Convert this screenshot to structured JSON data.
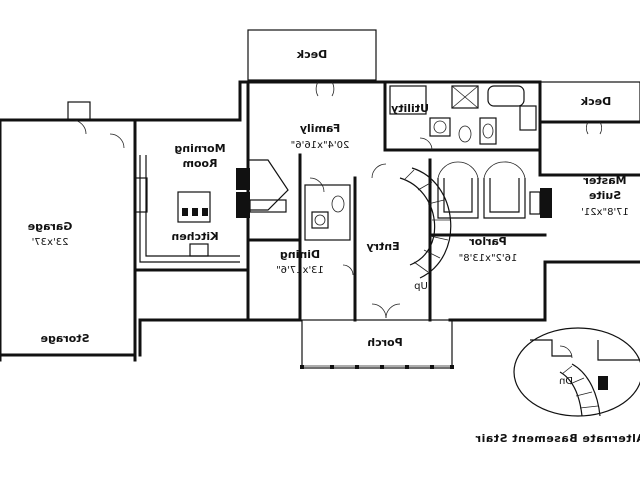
{
  "rooms": {
    "deck_top": {
      "name": "Deck"
    },
    "deck_right": {
      "name": "Deck"
    },
    "utility": {
      "name": "Utility"
    },
    "family": {
      "name": "Family",
      "dims": "20'4\"x16'6\""
    },
    "morning": {
      "name_line1": "Morning",
      "name_line2": "Room"
    },
    "kitchen": {
      "name": "Kitchen"
    },
    "garage": {
      "name": "Garage",
      "dims": "23'x37'"
    },
    "storage": {
      "name": "Storage"
    },
    "dining": {
      "name": "Dining",
      "dims": "13'x17'6\""
    },
    "entry": {
      "name": "Entry"
    },
    "parlor": {
      "name": "Parlor",
      "dims": "16'2\"x13'8\""
    },
    "master": {
      "name_line1": "Master",
      "name_line2": "Suite",
      "dims": "17'8\"x21'"
    },
    "porch": {
      "name": "Porch"
    }
  },
  "stair": {
    "up": "Up",
    "dn": "Dn"
  },
  "caption": "Alternate Basement Stair"
}
